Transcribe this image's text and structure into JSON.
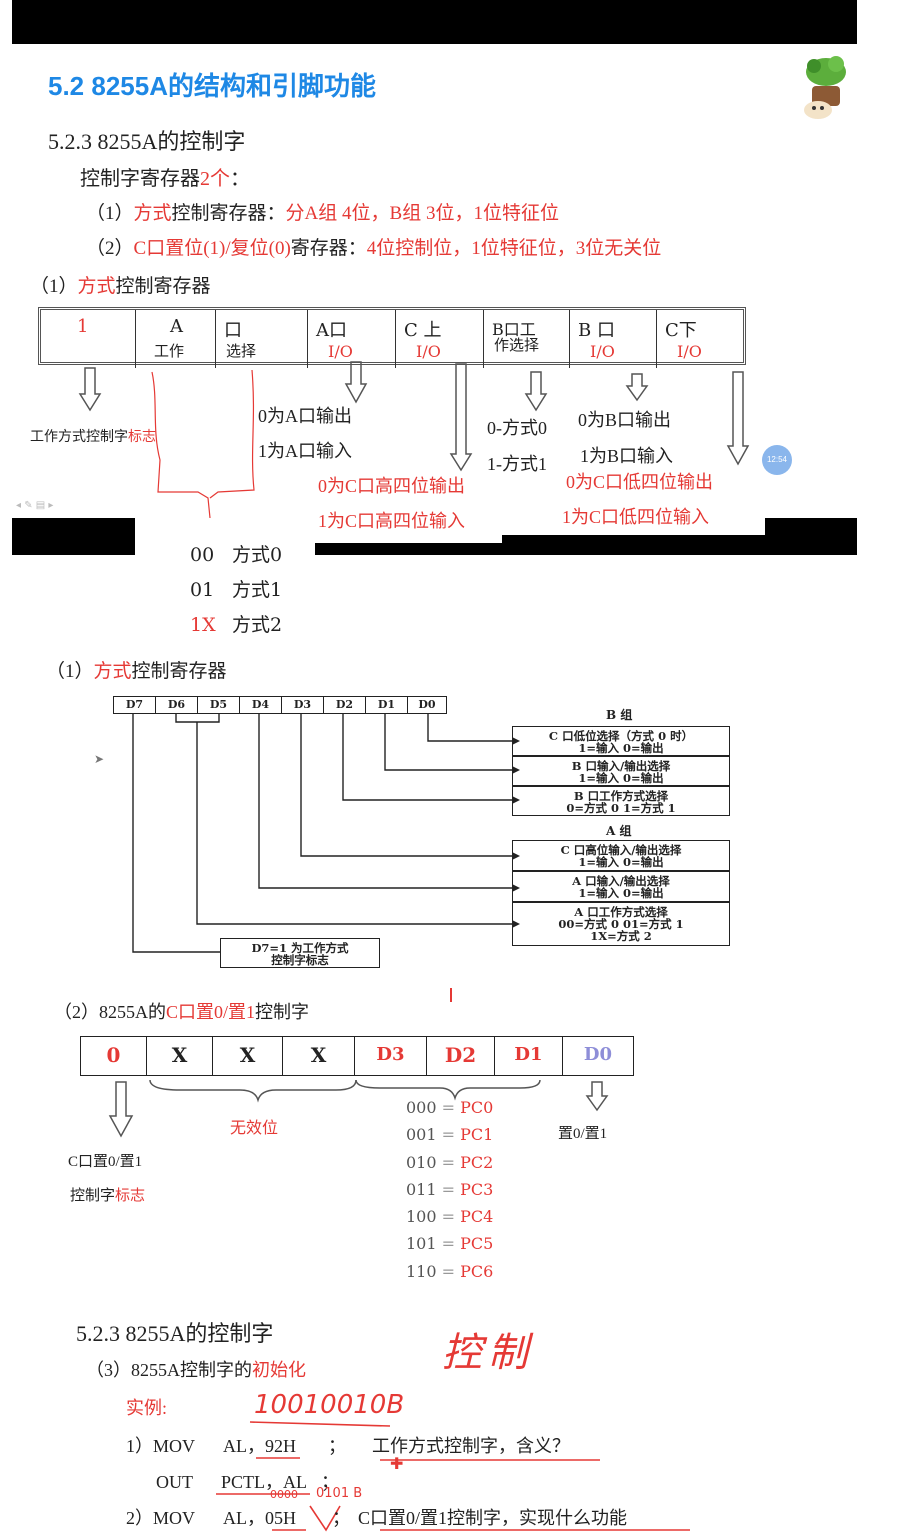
{
  "slide1": {
    "title": "5.2  8255A的结构和引脚功能",
    "subtitle": "5.2.3  8255A的控制字",
    "line1_a": "控制字寄存器",
    "line1_b": "2个",
    "line1_c": "：",
    "line2_a": "（1）",
    "line2_b": "方式",
    "line2_c": "控制寄存器：",
    "line2_d": "分A组 4位，B组 3位，1位特征位",
    "line3_a": "（2）",
    "line3_b": "C口置位(1)/复位(0)",
    "line3_c": "寄存器：",
    "line3_d": "4位控制位，1位特征位，3位无关位",
    "heading_a": "（1）",
    "heading_b": "方式",
    "heading_c": "控制寄存器",
    "cells": [
      {
        "t1": "1",
        "t2": ""
      },
      {
        "t1": "A",
        "t2": "工作"
      },
      {
        "t1": "口",
        "t2": "选择"
      },
      {
        "t1": "A口",
        "t2": "I/O"
      },
      {
        "t1": "C 上",
        "t2": "I/O"
      },
      {
        "t1": "B口工",
        "t2": "作选择"
      },
      {
        "t1": "B  口",
        "t2": "I/O"
      },
      {
        "t1": "C下",
        "t2": "I/O"
      }
    ],
    "flag_label_a": "工作方式控制字",
    "flag_label_b": "标志",
    "a_out": "0为A口输出",
    "a_in": "1为A口输入",
    "c_hi_out": "0为C口高四位输出",
    "c_hi_in": "1为C口高四位输入",
    "b_mode0": "0-方式0",
    "b_mode1": "1-方式1",
    "b_out": "0为B口输出",
    "b_in": "1为B口输入",
    "c_lo_out": "0为C口低四位输出",
    "c_lo_in": "1为C口低四位输入",
    "badge": "12:54",
    "mode_codes": [
      {
        "code": "00",
        "mode": "方式0"
      },
      {
        "code": "01",
        "mode": "方式1"
      },
      {
        "code": "1X",
        "mode": "方式2"
      }
    ]
  },
  "slide2": {
    "heading_a": "（1）",
    "heading_b": "方式",
    "heading_c": "控制寄存器",
    "bits": [
      "D7",
      "D6",
      "D5",
      "D4",
      "D3",
      "D2",
      "D1",
      "D0"
    ],
    "group_b": "B 组",
    "group_a": "A 组",
    "b_desc": [
      {
        "l1": "C 口低位选择（方式 0 时）",
        "l2": "1=输入          0=输出"
      },
      {
        "l1": "B 口输入/输出选择",
        "l2": "1=输入          0=输出"
      },
      {
        "l1": "B 口工作方式选择",
        "l2": "0=方式 0   1=方式 1"
      }
    ],
    "a_desc": [
      {
        "l1": "C 口高位输入/输出选择",
        "l2": "1=输入          0=输出"
      },
      {
        "l1": "A 口输入/输出选择",
        "l2": "1=输入          0=输出"
      },
      {
        "l1": "A 口工作方式选择",
        "l2": "00=方式 0   01=方式 1",
        "l3": "1X=方式 2"
      }
    ],
    "d7_l1": "D7=1 为工作方式",
    "d7_l2": "控制字标志"
  },
  "slide3": {
    "heading_a": "（2）8255A的",
    "heading_b": "C口置0/置1",
    "heading_c": "控制字",
    "cells": [
      "0",
      "X",
      "X",
      "X",
      "D3",
      "D2",
      "D1",
      "D0"
    ],
    "invalid_label": "无效位",
    "left_l1": "C口置0/置1",
    "left_l2_a": "控制字",
    "left_l2_b": "标志",
    "right_label": "置0/置1",
    "codes": [
      {
        "bin": "000",
        "pc": "PC0"
      },
      {
        "bin": "001",
        "pc": "PC1"
      },
      {
        "bin": "010",
        "pc": "PC2"
      },
      {
        "bin": "011",
        "pc": "PC3"
      },
      {
        "bin": "100",
        "pc": "PC4"
      },
      {
        "bin": "101",
        "pc": "PC5"
      },
      {
        "bin": "110",
        "pc": "PC6"
      }
    ]
  },
  "slide4": {
    "title": "5.2.3  8255A的控制字",
    "sub_a": "（3）8255A控制字的",
    "sub_b": "初始化",
    "example": "实例:",
    "hw_top": "控制",
    "hw_bin": "10010010B",
    "l1_a": "1）MOV",
    "l1_b": "AL，",
    "l1_c": "92H",
    "l1_d": "；",
    "l1_e": "工作方式控制字，含义？",
    "l2_a": "OUT",
    "l2_b": "PCTL，AL",
    "l2_c": "；",
    "l3_a": "2）MOV",
    "l3_b": "AL，",
    "l3_c": "05H",
    "l3_d": "；",
    "l3_e": "C口置0/置1控制字，实现什么功能",
    "hw_05": "0000",
    "hw_05b": "0101 B"
  }
}
